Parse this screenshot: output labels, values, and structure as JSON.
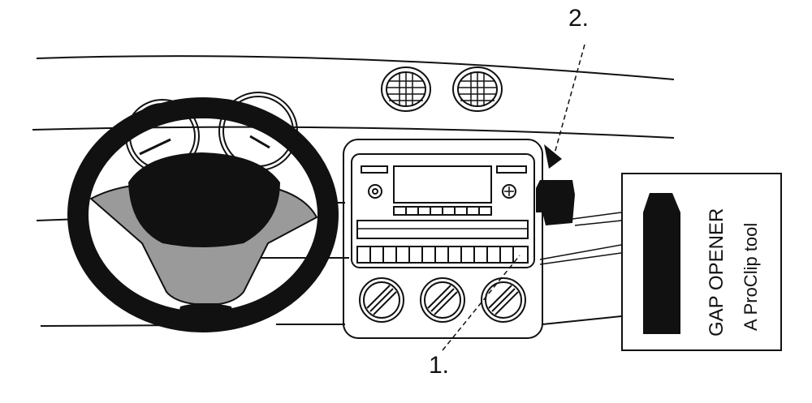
{
  "callouts": {
    "one": "1.",
    "two": "2."
  },
  "tool_box": {
    "title": "GAP OPENER",
    "subtitle": "A ProClip tool"
  },
  "colors": {
    "ink": "#111111",
    "wheel_spokes": "#9a9a9a",
    "background": "#ffffff"
  }
}
